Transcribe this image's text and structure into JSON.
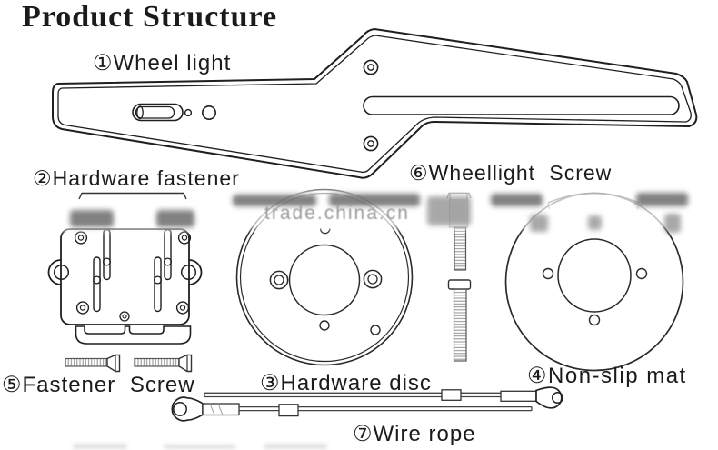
{
  "page": {
    "title": "Product Structure"
  },
  "watermark": {
    "text": "trade.china.cn"
  },
  "parts": [
    {
      "num": "①",
      "name": "Wheel light",
      "label": "①Wheel light"
    },
    {
      "num": "②",
      "name": "Hardware fastener",
      "label": "②Hardware fastener"
    },
    {
      "num": "③",
      "name": "Hardware disc",
      "label": "③Hardware disc"
    },
    {
      "num": "④",
      "name": "Non-slip mat",
      "label": "④Non-slip mat"
    },
    {
      "num": "⑤",
      "name": "Fastener Screw",
      "label": "⑤Fastener Screw"
    },
    {
      "num": "⑥",
      "name": "Wheellight Screw",
      "label": "⑥Wheellight Screw"
    },
    {
      "num": "⑦",
      "name": "Wire rope",
      "label": "⑦Wire rope"
    }
  ],
  "colors": {
    "background": "#ffffff",
    "line": "#1f1f1f",
    "watermark_text": "#9b9b9b"
  }
}
